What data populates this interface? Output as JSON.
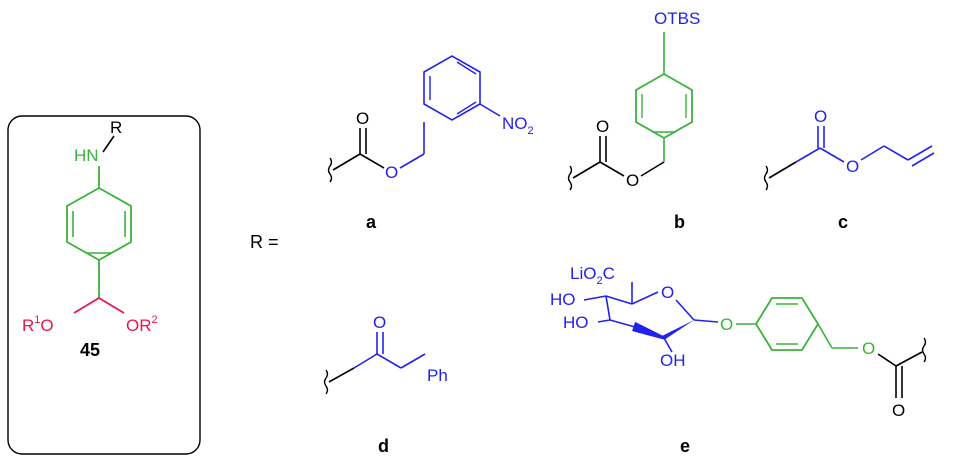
{
  "colors": {
    "black": "#000000",
    "green": "#3bb23b",
    "blue": "#2222ee",
    "red": "#e8174a"
  },
  "core": {
    "compound_number": "45",
    "hn": "HN",
    "r": "R",
    "r1_letter": "R",
    "r1_sup": "1",
    "r1_o": "O",
    "or2_text": "OR",
    "r2_sup": "2"
  },
  "r_equals": "R =",
  "substituents": {
    "a": {
      "label": "a",
      "no2_main": "NO",
      "no2_sub": "2",
      "carbonyl_o": "O",
      "ester_o": "O"
    },
    "b": {
      "label": "b",
      "otbs": "OTBS",
      "carbonyl_o": "O",
      "ester_o": "O"
    },
    "c": {
      "label": "c",
      "carbonyl_o": "O",
      "ester_o": "O"
    },
    "d": {
      "label": "d",
      "carbonyl_o": "O",
      "ph": "Ph"
    },
    "e": {
      "label": "e",
      "lio2c_a": "LiO",
      "lio2c_sub": "2",
      "lio2c_b": "C",
      "ring_o": "O",
      "ho_1": "HO",
      "ho_2": "HO",
      "oh": "OH",
      "linker_o": "O",
      "ester_o": "O",
      "carbonyl_o": "O"
    }
  }
}
